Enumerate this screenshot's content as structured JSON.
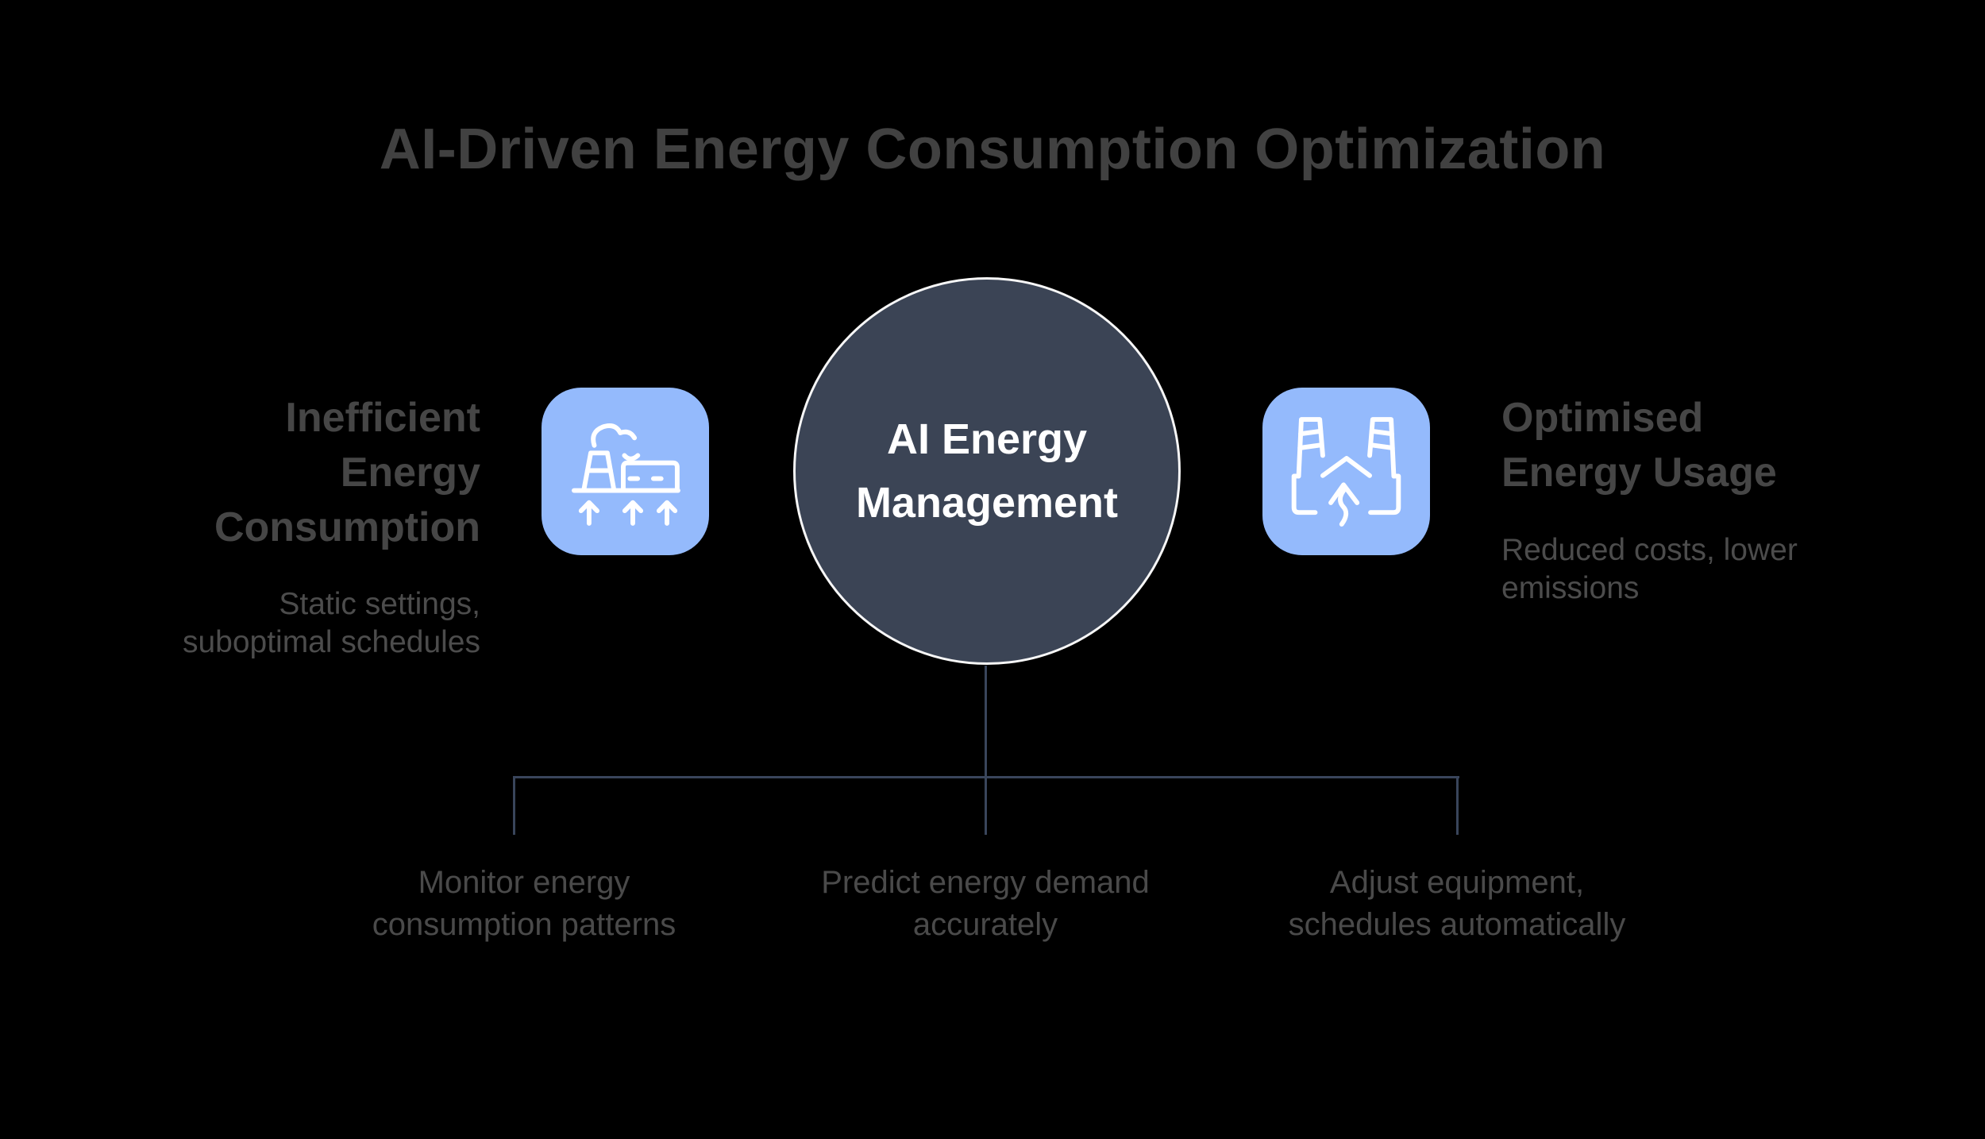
{
  "title": "AI-Driven Energy Consumption Optimization",
  "center": {
    "label": "AI Energy\nManagement"
  },
  "left_panel": {
    "heading": "Inefficient\nEnergy\nConsumption",
    "subtitle": "Static settings,\nsuboptimal schedules",
    "icon": "factory-emissions-icon"
  },
  "right_panel": {
    "heading": "Optimised\nEnergy Usage",
    "subtitle": "Reduced costs, lower\nemissions",
    "icon": "power-plant-icon"
  },
  "capabilities": {
    "items": [
      {
        "label": "Monitor energy\nconsumption patterns"
      },
      {
        "label": "Predict energy demand\naccurately"
      },
      {
        "label": "Adjust equipment,\nschedules automatically"
      }
    ]
  },
  "colors": {
    "background": "#000000",
    "icon_blue": "#94BAFC",
    "icon_stroke": "#FFFFFF",
    "circle_fill": "#3B4455",
    "circle_border": "#F7F7F7",
    "circle_text": "#FFFFFF",
    "connector": "#39455B",
    "title_gray": "#414141",
    "heading_gray": "#464646",
    "subtitle_gray": "#4C4C4C",
    "capability_gray": "#4A4A4A"
  }
}
